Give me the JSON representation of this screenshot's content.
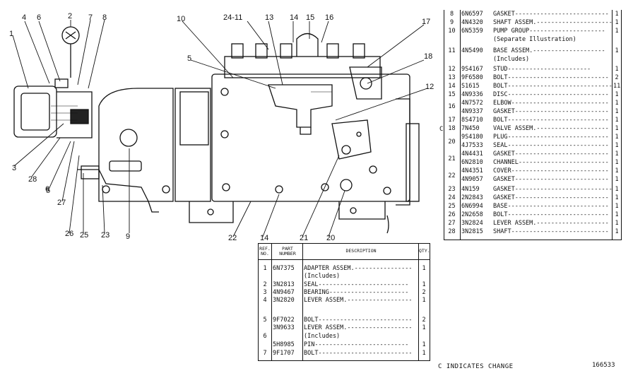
{
  "callouts": {
    "c1": "1",
    "c2": "2",
    "c3": "3",
    "c4": "4",
    "c5a": "5",
    "c5b": "5",
    "c6a": "6",
    "c6b": "6",
    "c7": "7",
    "c8": "8",
    "c9": "9",
    "c10": "10",
    "c12": "12",
    "c13": "13",
    "c14a": "14",
    "c14b": "14",
    "c15": "15",
    "c16": "16",
    "c17": "17",
    "c18": "18",
    "c20": "20",
    "c21": "21",
    "c22": "22",
    "c23": "23",
    "c24": "24-11",
    "c25": "25",
    "c26": "26",
    "c27": "27",
    "c28": "28"
  },
  "right_table": {
    "rows": [
      {
        "ref": "8",
        "pn": "6N6597",
        "desc": "GASKET--------------------------",
        "qty": "1"
      },
      {
        "ref": "9",
        "pn": "4N4320",
        "desc": "SHAFT ASSEM.---------------------",
        "qty": "1"
      },
      {
        "ref": "10",
        "pn": "6N5359",
        "desc": "PUMP GROUP---------------------",
        "qty": "1"
      },
      {
        "ref": "",
        "pn": "",
        "desc": "     (Separate Illustration)",
        "qty": ""
      },
      {
        "ref": "11",
        "pn": "4N5490",
        "desc": "BASE ASSEM.--------------------",
        "qty": "1"
      },
      {
        "ref": "",
        "pn": "",
        "desc": "     (Includes)",
        "qty": ""
      },
      {
        "ref": "12",
        "pn": "9S4167",
        "desc": "     STUD-----------------------",
        "qty": "1"
      },
      {
        "ref": "13",
        "pn": "9F6580",
        "desc": "BOLT----------------------------",
        "qty": "2"
      },
      {
        "ref": "14",
        "pn": "S1615",
        "desc": "BOLT-----------------------------",
        "qty": "11"
      },
      {
        "ref": "15",
        "pn": "4N9336",
        "desc": "DISC----------------------------",
        "qty": "1"
      },
      {
        "ref": "",
        "pn": "4N7572",
        "desc": "ELBOW---------------------------",
        "qty": "1"
      },
      {
        "ref": "",
        "pn": "4N9337",
        "desc": "GASKET--------------------------",
        "qty": "1"
      },
      {
        "ref": "17",
        "pn": "8S4710",
        "desc": "BOLT----------------------------",
        "qty": "1"
      },
      {
        "ref": "18",
        "pn": "7N450",
        "desc": "VALVE ASSEM.--------------------",
        "qty": "1"
      },
      {
        "ref": "",
        "pn": "9S4180",
        "desc": "PLUG----------------------------",
        "qty": "1"
      },
      {
        "ref": "",
        "pn": "4J7533",
        "desc": "SEAL----------------------------",
        "qty": "1"
      },
      {
        "ref": "",
        "pn": "4N4431",
        "desc": "GASKET--------------------------",
        "qty": "1"
      },
      {
        "ref": "",
        "pn": "6N2810",
        "desc": "CHANNEL-------------------------",
        "qty": "1"
      },
      {
        "ref": "",
        "pn": "4N4351",
        "desc": "COVER---------------------------",
        "qty": "1"
      },
      {
        "ref": "",
        "pn": "4N9057",
        "desc": "GASKET--------------------------",
        "qty": "1"
      },
      {
        "ref": "23",
        "pn": "4N159",
        "desc": "GASKET---------------------------",
        "qty": "1"
      },
      {
        "ref": "24",
        "pn": "2N2843",
        "desc": "GASKET--------------------------",
        "qty": "1"
      },
      {
        "ref": "25",
        "pn": "6N6994",
        "desc": "BASE----------------------------",
        "qty": "1"
      },
      {
        "ref": "26",
        "pn": "2N2658",
        "desc": "BOLT----------------------------",
        "qty": "1"
      },
      {
        "ref": "27",
        "pn": "3N2824",
        "desc": "LEVER ASSEM.--------------------",
        "qty": "1"
      },
      {
        "ref": "28",
        "pn": "3N2815",
        "desc": "SHAFT---------------------------",
        "qty": "1"
      }
    ],
    "groups": {
      "g16": "16",
      "g20": "20",
      "g21": "21",
      "g22": "22"
    },
    "c_mark": "C"
  },
  "bottom_table": {
    "headers": {
      "ref": "REF. NO.",
      "part": "PART NUMBER",
      "desc": "DESCRIPTION",
      "qty": "QTY."
    },
    "rows": [
      {
        "ref": "1",
        "pn": "6N7375",
        "desc": "ADAPTER ASSEM.----------------",
        "qty": "1"
      },
      {
        "ref": "",
        "pn": "",
        "desc": "   (Includes)",
        "qty": ""
      },
      {
        "ref": "2",
        "pn": "3N2813",
        "desc": "   SEAL-------------------------",
        "qty": "1"
      },
      {
        "ref": "3",
        "pn": "4N9467",
        "desc": "   BEARING----------------------",
        "qty": "2"
      },
      {
        "ref": "4",
        "pn": "3N2820",
        "desc": "LEVER ASSEM.------------------",
        "qty": "1"
      },
      {
        "ref": "",
        "pn": "",
        "desc": "",
        "qty": ""
      },
      {
        "ref": "5",
        "pn": "9F7022",
        "desc": "BOLT--------------------------",
        "qty": "2"
      },
      {
        "ref": "",
        "pn": "3N9633",
        "desc": "LEVER ASSEM.------------------",
        "qty": "1"
      },
      {
        "ref": "6",
        "pn": "",
        "desc": "   (Includes)",
        "qty": ""
      },
      {
        "ref": "",
        "pn": "5H8985",
        "desc": "   PIN--------------------------",
        "qty": "1"
      },
      {
        "ref": "7",
        "pn": "9F1707",
        "desc": "BOLT--------------------------",
        "qty": "1"
      }
    ]
  },
  "footer": {
    "change_note": "C INDICATES CHANGE",
    "figure_number": "166533"
  }
}
